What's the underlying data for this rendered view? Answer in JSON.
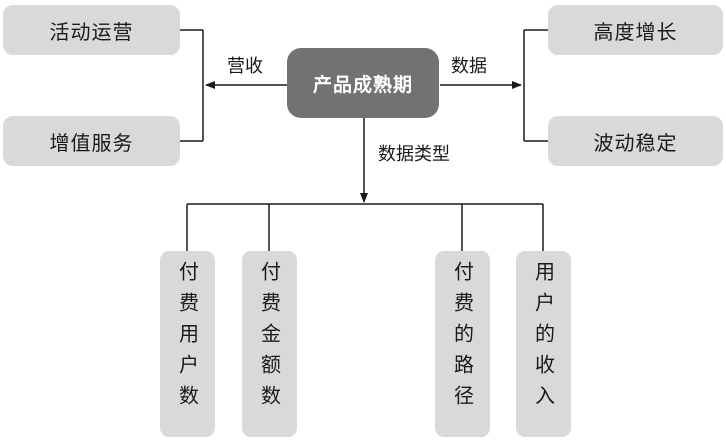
{
  "center": "产品成熟期",
  "left_label": "营收",
  "right_label": "数据",
  "down_label": "数据类型",
  "left_nodes": [
    "活动运营",
    "增值服务"
  ],
  "right_nodes": [
    "高度增长",
    "波动稳定"
  ],
  "bottom_nodes": [
    "付费用户数",
    "付费金额数",
    "付费的路径",
    "用户的收入"
  ],
  "colors": {
    "node_fill": "#d9d9d9",
    "center_fill": "#727272",
    "line": "#1a1a1a"
  }
}
